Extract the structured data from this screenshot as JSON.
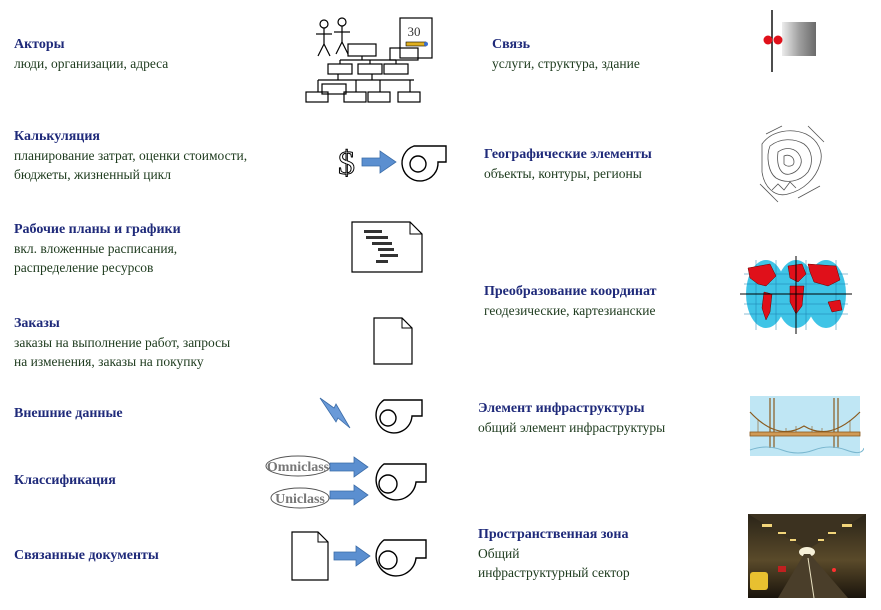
{
  "left": [
    {
      "title": "Акторы",
      "lines": [
        "люди, организации, адреса"
      ],
      "icon": "org-chart-icon"
    },
    {
      "title": "Калькуляция",
      "lines": [
        "планирование затрат, оценки стоимости,",
        "бюджеты, жизненный цикл"
      ],
      "icon": "dollar-to-facility-icon"
    },
    {
      "title": "Рабочие планы и графики",
      "lines": [
        "вкл. вложенные расписания,",
        "распределение ресурсов"
      ],
      "icon": "gantt-document-icon"
    },
    {
      "title": "Заказы",
      "lines": [
        "заказы на выполнение работ, запросы",
        "на изменения, заказы на покупку"
      ],
      "icon": "document-icon"
    },
    {
      "title": "Внешние данные",
      "lines": [],
      "icon": "lightning-to-facility-icon"
    },
    {
      "title": "Классификация",
      "lines": [],
      "icon": "classification-icon"
    },
    {
      "title": "Связанные документы",
      "lines": [],
      "icon": "document-to-facility-icon"
    }
  ],
  "right": [
    {
      "title": "Связь",
      "lines": [
        "услуги,  структура,  здание"
      ],
      "icon": "connection-icon"
    },
    {
      "title": "Географические элементы",
      "lines": [
        "объекты, контуры, регионы"
      ],
      "icon": "topographic-sketch-icon"
    },
    {
      "title": "Преобразование координат",
      "lines": [
        "геодезические,  картезианские"
      ],
      "icon": "world-map-icon"
    },
    {
      "title": "Элемент инфраструктуры",
      "lines": [
        "общий элемент инфраструктуры"
      ],
      "icon": "bridge-icon"
    },
    {
      "title": "Пространственная зона",
      "lines": [
        "Общий",
        "инфраструктурный  сектор"
      ],
      "icon": "tunnel-photo-icon"
    }
  ],
  "icon_text": {
    "clock_number": "30",
    "omniclass": "Omniclass",
    "uniclass": "Uniclass"
  },
  "colors": {
    "title": "#1f2a7a",
    "description": "#1d3a1d",
    "arrow": "#5b8fd0",
    "connector_red": "#e0101a"
  }
}
